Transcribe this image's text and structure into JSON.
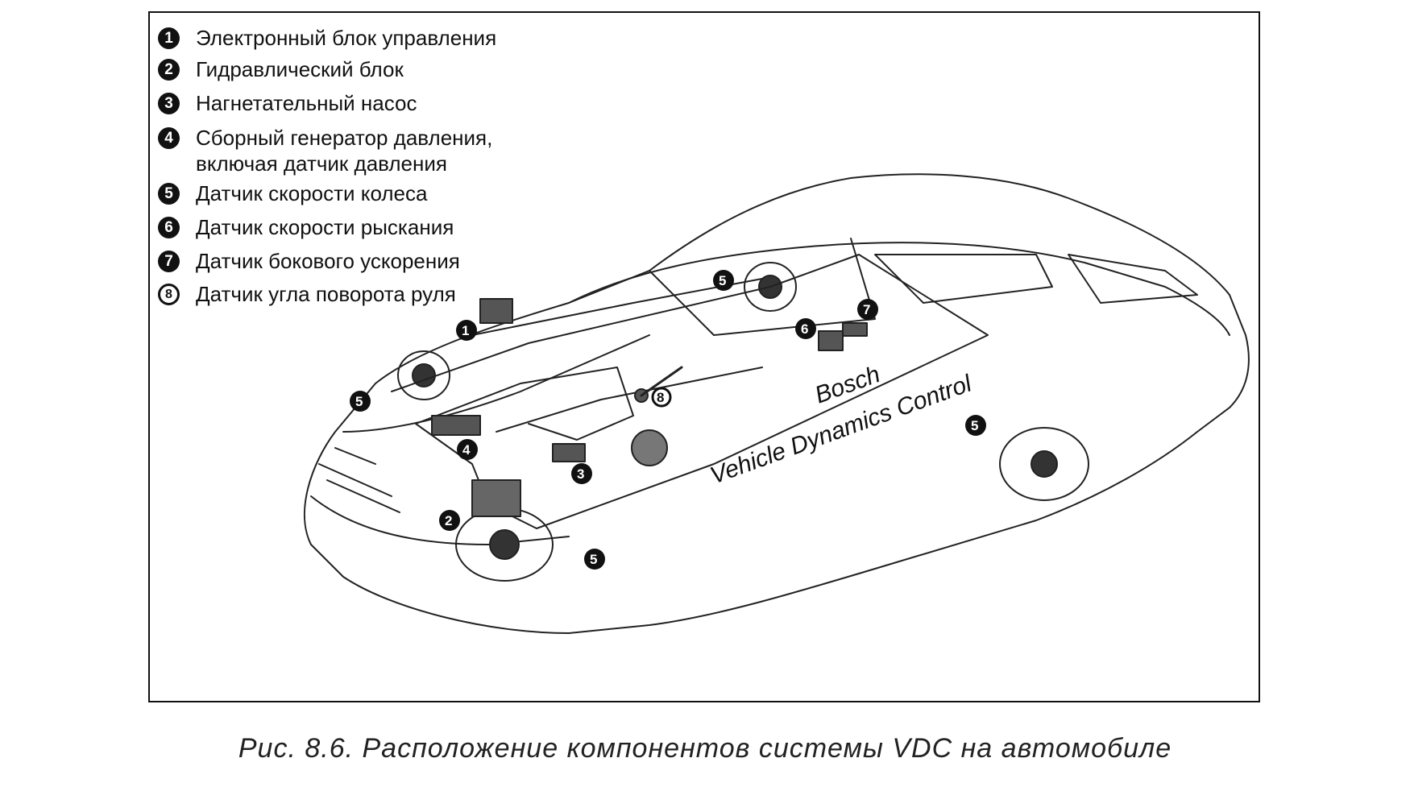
{
  "legend": [
    {
      "num": "1",
      "text": "Электронный блок управления"
    },
    {
      "num": "2",
      "text": "Гидравлический блок"
    },
    {
      "num": "3",
      "text": "Нагнетательный насос"
    },
    {
      "num": "4",
      "text": "Сборный генератор давления,",
      "text2": "включая датчик давления"
    },
    {
      "num": "5",
      "text": "Датчик скорости колеса"
    },
    {
      "num": "6",
      "text": "Датчик скорости рыскания"
    },
    {
      "num": "7",
      "text": "Датчик бокового ускорения"
    },
    {
      "num": "8",
      "text": "Датчик угла поворота руля"
    }
  ],
  "markers": [
    "1",
    "2",
    "3",
    "4",
    "5",
    "5",
    "5",
    "5",
    "6",
    "7",
    "8"
  ],
  "brand": {
    "line1": "Bosch",
    "line2": "Vehicle Dynamics Control"
  },
  "caption": "Рис. 8.6. Расположение компонентов системы VDC на автомобиле"
}
